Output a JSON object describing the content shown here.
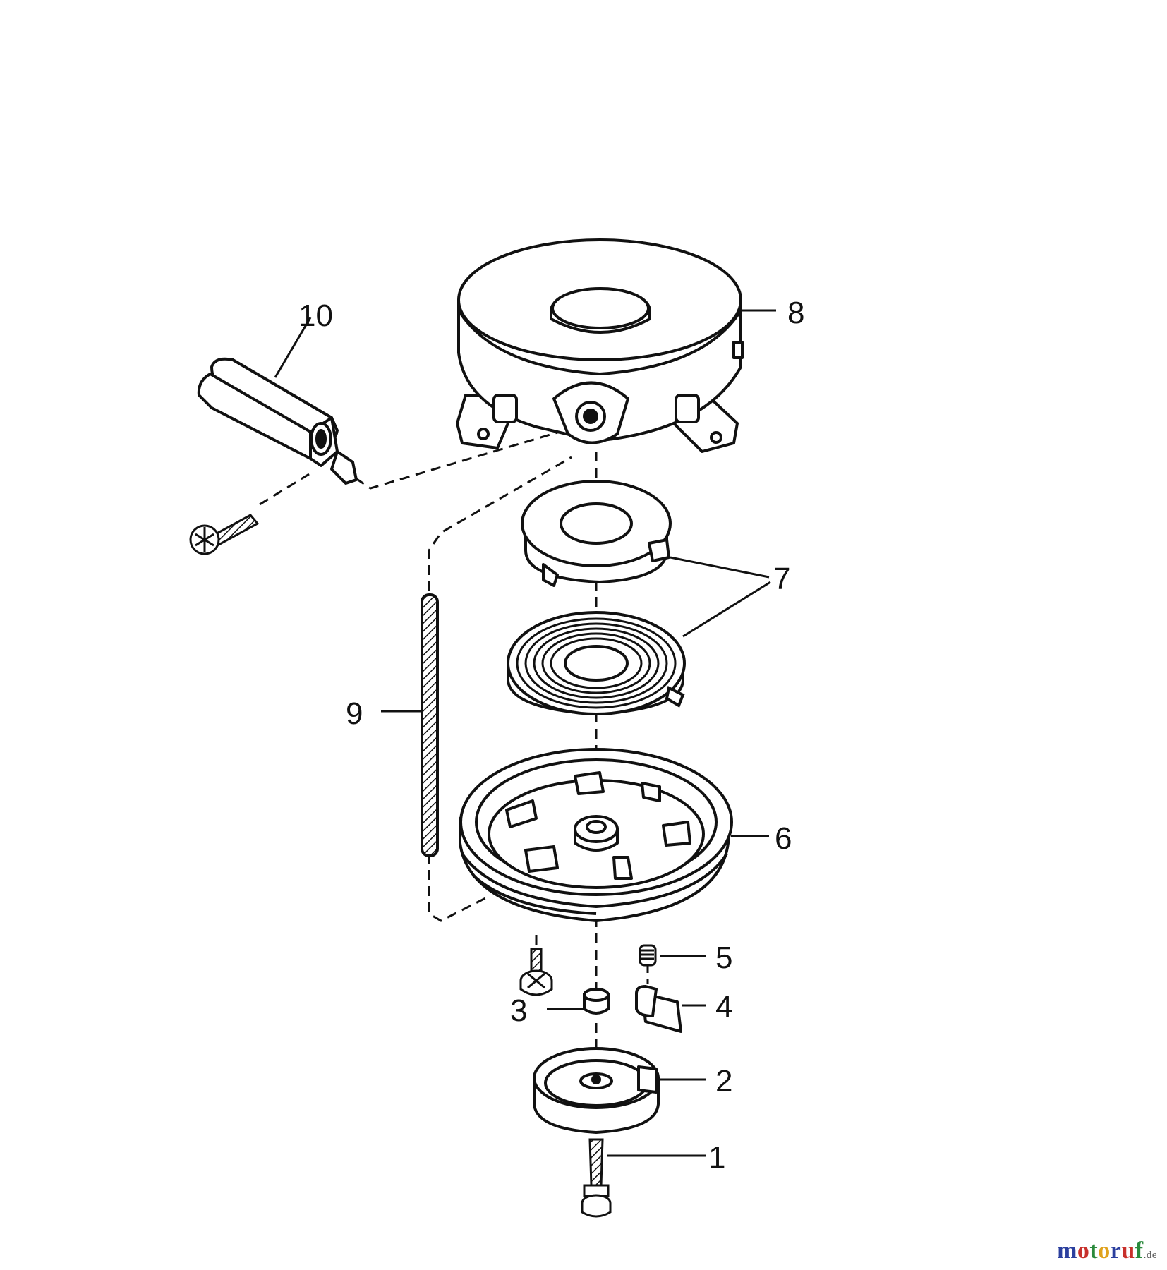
{
  "callouts": {
    "part_1": "1",
    "part_2": "2",
    "part_3": "3",
    "part_4": "4",
    "part_5": "5",
    "part_6": "6",
    "part_7": "7",
    "part_8": "8",
    "part_9": "9",
    "part_10": "10"
  },
  "watermark": {
    "brand": "motoruf",
    "suffix": ".de",
    "colors": [
      "#2b3f9e",
      "#c8302b",
      "#2a8a3c",
      "#e0a21c",
      "#2b3f9e",
      "#c8302b",
      "#2a8a3c"
    ]
  }
}
